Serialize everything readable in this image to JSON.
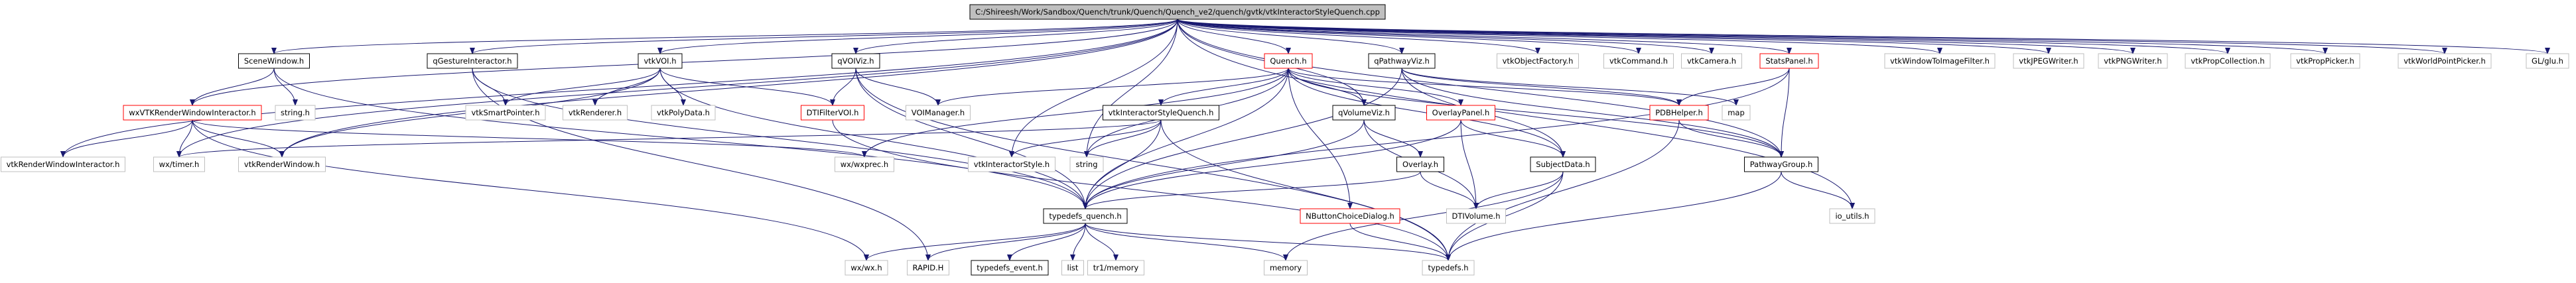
{
  "colors": {
    "edge": "#191970",
    "root_fill": "#bfbfbf",
    "default_border": "#000000",
    "external_border": "#bfbfbf",
    "missing_border": "#ff0000"
  },
  "nodes": [
    {
      "id": "root",
      "label": "C:/Shireesh/Work/Sandbox/Quench/trunk/Quench/Quench_ve2/quench/gvtk/vtkInteractorStyleQuench.cpp",
      "kind": "root"
    },
    {
      "id": "scenewindow",
      "label": "SceneWindow.h",
      "kind": "default"
    },
    {
      "id": "qgesture",
      "label": "qGestureInteractor.h",
      "kind": "default"
    },
    {
      "id": "vtkvoi",
      "label": "vtkVOI.h",
      "kind": "default"
    },
    {
      "id": "qvoiviz",
      "label": "qVOIViz.h",
      "kind": "default"
    },
    {
      "id": "quench",
      "label": "Quench.h",
      "kind": "missing"
    },
    {
      "id": "qpathwayviz",
      "label": "qPathwayViz.h",
      "kind": "default"
    },
    {
      "id": "vtkobjectfactory",
      "label": "vtkObjectFactory.h",
      "kind": "external"
    },
    {
      "id": "vtkcommand",
      "label": "vtkCommand.h",
      "kind": "external"
    },
    {
      "id": "vtkcamera",
      "label": "vtkCamera.h",
      "kind": "external"
    },
    {
      "id": "statspanel",
      "label": "StatsPanel.h",
      "kind": "missing"
    },
    {
      "id": "vtkwindowtoimage",
      "label": "vtkWindowToImageFilter.h",
      "kind": "external"
    },
    {
      "id": "vtkjpegwriter",
      "label": "vtkJPEGWriter.h",
      "kind": "external"
    },
    {
      "id": "vtkpngwriter",
      "label": "vtkPNGWriter.h",
      "kind": "external"
    },
    {
      "id": "vtkpropcollection",
      "label": "vtkPropCollection.h",
      "kind": "external"
    },
    {
      "id": "vtkproppicker",
      "label": "vtkPropPicker.h",
      "kind": "external"
    },
    {
      "id": "vtkworldpointpicker",
      "label": "vtkWorldPointPicker.h",
      "kind": "external"
    },
    {
      "id": "glglu",
      "label": "GL/glu.h",
      "kind": "external"
    },
    {
      "id": "wxvtkrwi",
      "label": "wxVTKRenderWindowInteractor.h",
      "kind": "missing"
    },
    {
      "id": "string",
      "label": "string.h",
      "kind": "external"
    },
    {
      "id": "vtksmartpointer",
      "label": "vtkSmartPointer.h",
      "kind": "external"
    },
    {
      "id": "vtkrenderer",
      "label": "vtkRenderer.h",
      "kind": "external"
    },
    {
      "id": "vtkpolydata",
      "label": "vtkPolyData.h",
      "kind": "external"
    },
    {
      "id": "dtifiltervoi",
      "label": "DTIFilterVOI.h",
      "kind": "missing"
    },
    {
      "id": "voimanager",
      "label": "VOIManager.h",
      "kind": "external"
    },
    {
      "id": "vtkinteractorstylequench",
      "label": "vtkInteractorStyleQuench.h",
      "kind": "default"
    },
    {
      "id": "qvolumeviz",
      "label": "qVolumeViz.h",
      "kind": "default"
    },
    {
      "id": "overlaypanel",
      "label": "OverlayPanel.h",
      "kind": "missing"
    },
    {
      "id": "pdbhelper",
      "label": "PDBHelper.h",
      "kind": "missing"
    },
    {
      "id": "map",
      "label": "map",
      "kind": "external"
    },
    {
      "id": "vtkrwi",
      "label": "vtkRenderWindowInteractor.h",
      "kind": "external"
    },
    {
      "id": "wxtimer",
      "label": "wx/timer.h",
      "kind": "external"
    },
    {
      "id": "vtkrenderwindow",
      "label": "vtkRenderWindow.h",
      "kind": "external"
    },
    {
      "id": "wxwxprec",
      "label": "wx/wxprec.h",
      "kind": "external"
    },
    {
      "id": "vtkinteractorstyle",
      "label": "vtkInteractorStyle.h",
      "kind": "external"
    },
    {
      "id": "stringstd",
      "label": "string",
      "kind": "external"
    },
    {
      "id": "overlay",
      "label": "Overlay.h",
      "kind": "default"
    },
    {
      "id": "subjectdata",
      "label": "SubjectData.h",
      "kind": "default"
    },
    {
      "id": "pathwaygroup",
      "label": "PathwayGroup.h",
      "kind": "default"
    },
    {
      "id": "typedefsquench",
      "label": "typedefs_quench.h",
      "kind": "default"
    },
    {
      "id": "nbuttonchoice",
      "label": "NButtonChoiceDialog.h",
      "kind": "missing"
    },
    {
      "id": "dtivolume",
      "label": "DTIVolume.h",
      "kind": "external"
    },
    {
      "id": "ioutils",
      "label": "io_utils.h",
      "kind": "external"
    },
    {
      "id": "wxwx",
      "label": "wx/wx.h",
      "kind": "external"
    },
    {
      "id": "rapid",
      "label": "RAPID.H",
      "kind": "external"
    },
    {
      "id": "typedefsevent",
      "label": "typedefs_event.h",
      "kind": "default"
    },
    {
      "id": "list",
      "label": "list",
      "kind": "external"
    },
    {
      "id": "tr1memory",
      "label": "tr1/memory",
      "kind": "external"
    },
    {
      "id": "memory",
      "label": "memory",
      "kind": "external"
    },
    {
      "id": "typedefs",
      "label": "typedefs.h",
      "kind": "external"
    }
  ],
  "edges": [
    [
      "root",
      "scenewindow"
    ],
    [
      "root",
      "qgesture"
    ],
    [
      "root",
      "vtkvoi"
    ],
    [
      "root",
      "qvoiviz"
    ],
    [
      "root",
      "quench"
    ],
    [
      "root",
      "qpathwayviz"
    ],
    [
      "root",
      "vtkobjectfactory"
    ],
    [
      "root",
      "vtkcommand"
    ],
    [
      "root",
      "vtkcamera"
    ],
    [
      "root",
      "statspanel"
    ],
    [
      "root",
      "vtkwindowtoimage"
    ],
    [
      "root",
      "vtkjpegwriter"
    ],
    [
      "root",
      "vtkpngwriter"
    ],
    [
      "root",
      "vtkpropcollection"
    ],
    [
      "root",
      "vtkproppicker"
    ],
    [
      "root",
      "vtkworldpointpicker"
    ],
    [
      "root",
      "glglu"
    ],
    [
      "root",
      "wxvtkrwi"
    ],
    [
      "root",
      "vtkrwi"
    ],
    [
      "root",
      "vtkrenderwindow"
    ],
    [
      "root",
      "vtkinteractorstyle"
    ],
    [
      "root",
      "stringstd"
    ],
    [
      "root",
      "pathwaygroup"
    ],
    [
      "root",
      "ioutils"
    ],
    [
      "root",
      "qvolumeviz"
    ],
    [
      "root",
      "wxtimer"
    ],
    [
      "scenewindow",
      "string"
    ],
    [
      "scenewindow",
      "wxvtkrwi"
    ],
    [
      "scenewindow",
      "typedefsquench"
    ],
    [
      "qgesture",
      "vtksmartpointer"
    ],
    [
      "qgesture",
      "typedefsquench"
    ],
    [
      "qgesture",
      "rapid"
    ],
    [
      "vtkvoi",
      "vtksmartpointer"
    ],
    [
      "vtkvoi",
      "vtkrenderer"
    ],
    [
      "vtkvoi",
      "vtkpolydata"
    ],
    [
      "vtkvoi",
      "dtifiltervoi"
    ],
    [
      "vtkvoi",
      "typedefsquench"
    ],
    [
      "vtkvoi",
      "vtkrenderwindow"
    ],
    [
      "qvoiviz",
      "dtifiltervoi"
    ],
    [
      "qvoiviz",
      "voimanager"
    ],
    [
      "qvoiviz",
      "typedefsquench"
    ],
    [
      "quench",
      "voimanager"
    ],
    [
      "quench",
      "vtkinteractorstylequench"
    ],
    [
      "quench",
      "qvolumeviz"
    ],
    [
      "quench",
      "overlaypanel"
    ],
    [
      "quench",
      "pdbhelper"
    ],
    [
      "quench",
      "stringstd"
    ],
    [
      "quench",
      "wxwxprec"
    ],
    [
      "quench",
      "nbuttonchoice"
    ],
    [
      "quench",
      "typedefsquench"
    ],
    [
      "quench",
      "pathwaygroup"
    ],
    [
      "quench",
      "subjectdata"
    ],
    [
      "qpathwayviz",
      "pdbhelper"
    ],
    [
      "qpathwayviz",
      "map"
    ],
    [
      "qpathwayviz",
      "pathwaygroup"
    ],
    [
      "qpathwayviz",
      "subjectdata"
    ],
    [
      "qpathwayviz",
      "typedefsquench"
    ],
    [
      "statspanel",
      "pdbhelper"
    ],
    [
      "statspanel",
      "pathwaygroup"
    ],
    [
      "statspanel",
      "typedefsquench"
    ],
    [
      "wxvtkrwi",
      "vtkrwi"
    ],
    [
      "wxvtkrwi",
      "wxtimer"
    ],
    [
      "wxvtkrwi",
      "vtkrenderwindow"
    ],
    [
      "wxvtkrwi",
      "wxwxprec"
    ],
    [
      "wxvtkrwi",
      "wxwx"
    ],
    [
      "vtkinteractorstylequench",
      "wxtimer"
    ],
    [
      "vtkinteractorstylequench",
      "vtkinteractorstyle"
    ],
    [
      "vtkinteractorstylequench",
      "stringstd"
    ],
    [
      "vtkinteractorstylequench",
      "typedefsquench"
    ],
    [
      "vtkinteractorstylequench",
      "typedefs"
    ],
    [
      "qvolumeviz",
      "overlay"
    ],
    [
      "qvolumeviz",
      "dtivolume"
    ],
    [
      "qvolumeviz",
      "typedefsquench"
    ],
    [
      "overlaypanel",
      "subjectdata"
    ],
    [
      "overlaypanel",
      "dtivolume"
    ],
    [
      "overlaypanel",
      "typedefsquench"
    ],
    [
      "overlay",
      "dtivolume"
    ],
    [
      "overlay",
      "typedefsquench"
    ],
    [
      "subjectdata",
      "dtivolume"
    ],
    [
      "subjectdata",
      "typedefs"
    ],
    [
      "subjectdata",
      "memory"
    ],
    [
      "pdbhelper",
      "pathwaygroup"
    ],
    [
      "pdbhelper",
      "typedefs"
    ],
    [
      "pathwaygroup",
      "typedefs"
    ],
    [
      "pathwaygroup",
      "ioutils"
    ],
    [
      "typedefsquench",
      "wxwx"
    ],
    [
      "typedefsquench",
      "rapid"
    ],
    [
      "typedefsquench",
      "typedefsevent"
    ],
    [
      "typedefsquench",
      "list"
    ],
    [
      "typedefsquench",
      "tr1memory"
    ],
    [
      "typedefsquench",
      "memory"
    ],
    [
      "typedefsquench",
      "typedefs"
    ],
    [
      "nbuttonchoice",
      "typedefs"
    ],
    [
      "dtifiltervoi",
      "typedefs"
    ],
    [
      "qvoiviz",
      "typedefs"
    ]
  ]
}
